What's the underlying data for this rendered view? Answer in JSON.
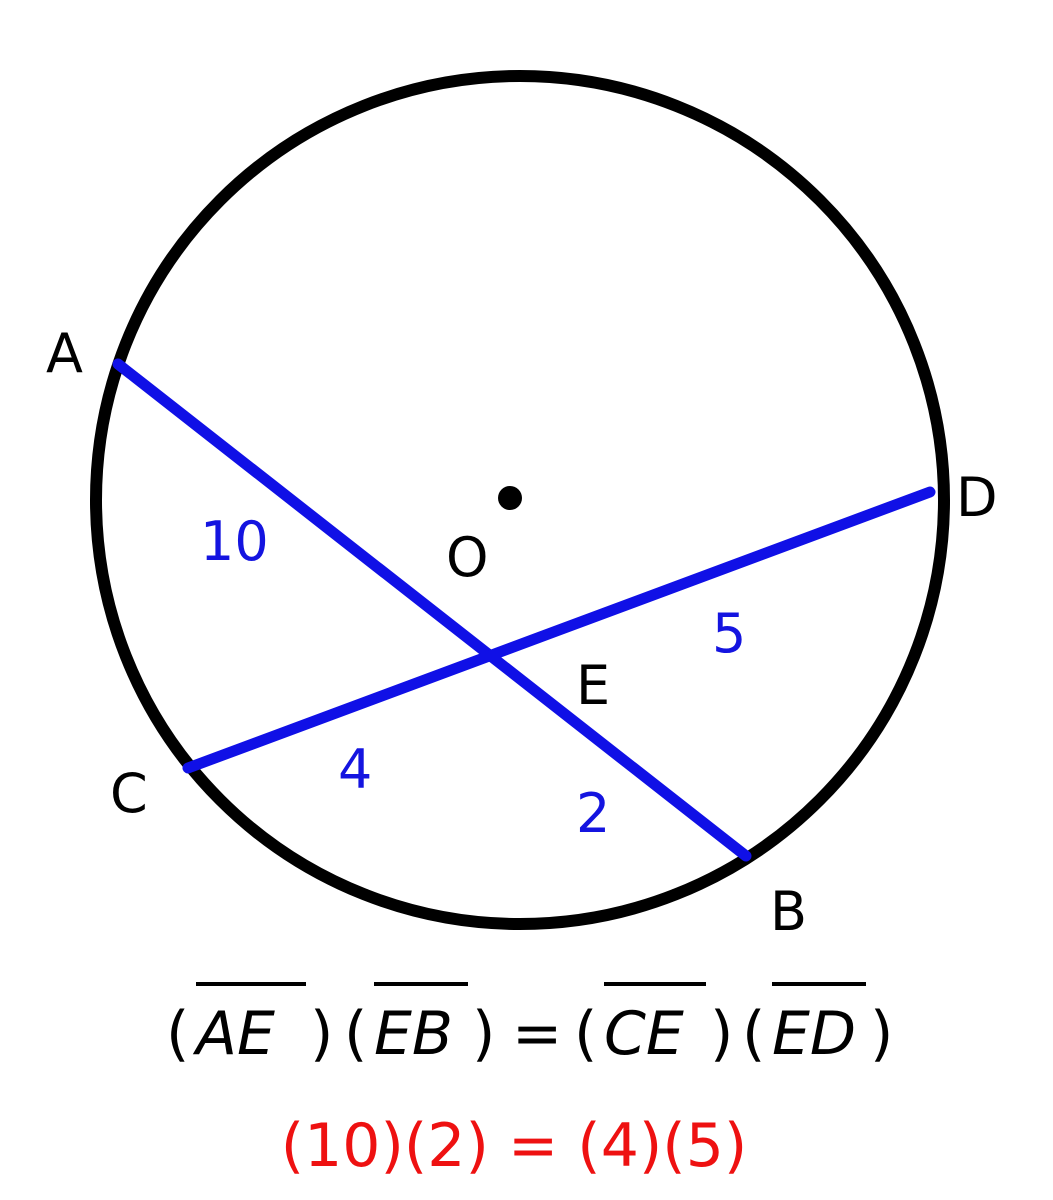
{
  "colors": {
    "circle": "#000000",
    "chord": "#1010e6",
    "segment_label": "#1414e0",
    "result": "#ee1111",
    "text": "#000000"
  },
  "points": {
    "A": "A",
    "B": "B",
    "C": "C",
    "D": "D",
    "E": "E",
    "O": "O"
  },
  "segments": {
    "AE": "10",
    "EB": "2",
    "CE": "4",
    "ED": "5"
  },
  "equation": {
    "open": "(",
    "close": ")",
    "equals": "=",
    "ae": "AE",
    "eb": "EB",
    "ce": "CE",
    "ed": "ED"
  },
  "result": "(10)(2) = (4)(5)"
}
